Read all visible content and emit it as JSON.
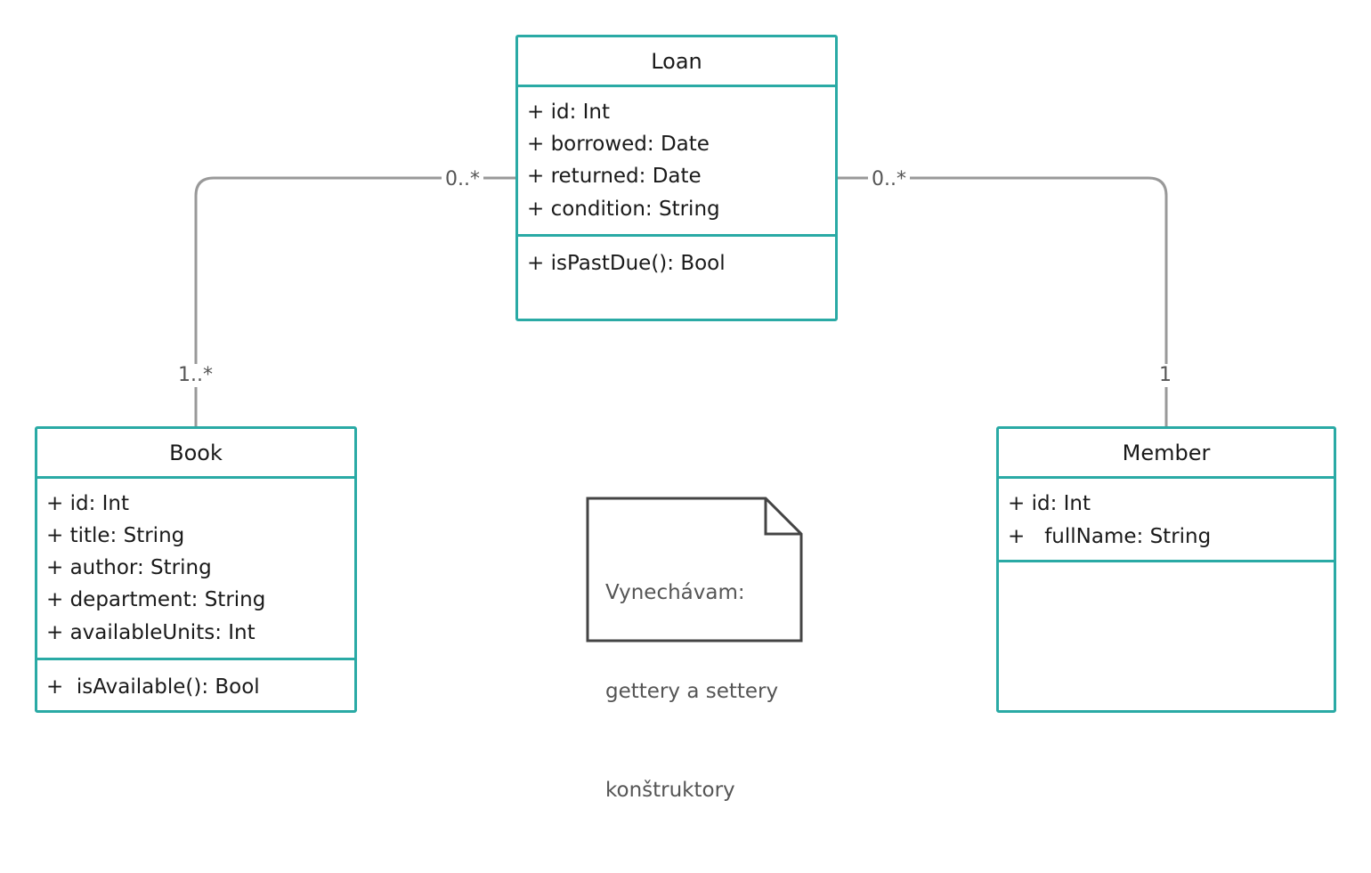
{
  "classes": {
    "loan": {
      "name": "Loan",
      "attributes": [
        "+ id: Int",
        "+ borrowed: Date",
        "+ returned: Date",
        "+ condition: String"
      ],
      "methods": [
        "+ isPastDue(): Bool"
      ]
    },
    "book": {
      "name": "Book",
      "attributes": [
        "+ id: Int",
        "+ title: String",
        "+ author: String",
        "+ department: String",
        "+ availableUnits: Int"
      ],
      "methods": [
        "+  isAvailable(): Bool"
      ]
    },
    "member": {
      "name": "Member",
      "attributes": [
        "+ id: Int",
        "+   fullName: String"
      ],
      "methods": []
    }
  },
  "associations": {
    "loan_book": {
      "loan_end": "0..*",
      "book_end": "1..*"
    },
    "loan_member": {
      "loan_end": "0..*",
      "member_end": "1"
    }
  },
  "note": {
    "lines": [
      "Vynechávam:",
      "gettery a settery",
      "konštruktory"
    ]
  },
  "colors": {
    "class_border": "#2aaaa5",
    "connector": "#999999",
    "note_border": "#444444"
  }
}
